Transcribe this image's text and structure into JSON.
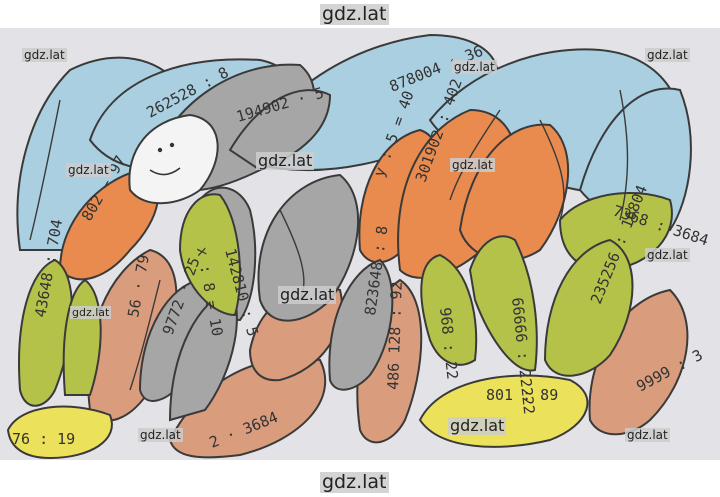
{
  "watermarks": {
    "top": "gdz.lat",
    "bottom": "gdz.lat",
    "items": [
      "gdz.lat",
      "gdz.lat",
      "gdz.lat",
      "gdz.lat",
      "gdz.lat",
      "gdz.lat",
      "gdz.lat",
      "gdz.lat",
      "gdz.lat",
      "gdz.lat",
      "gdz.lat",
      "gdz.lat"
    ]
  },
  "expressions": [
    "262528 : 8",
    "194902 · 5",
    "878004 : 36",
    "802 − 97",
    "142810 : 5",
    "x : 8 = 10",
    "y : 5 = 40",
    "301902 : 402",
    "7368 : 3684",
    "43648 : 704",
    "56 · 79",
    "9772 · 25",
    "823648 : 8",
    "486 128 : 92",
    "968 : 22",
    "66666 : 22222",
    "235256 : 16804",
    "801 : 89",
    "9999 : 3",
    "76 : 19",
    "2 · 3684"
  ],
  "colors": {
    "blue": "#a9cfe0",
    "orange": "#e98a4e",
    "gray": "#a6a6a6",
    "green": "#b5c24a",
    "yellow": "#ece15a",
    "salmon": "#d99c7c",
    "background": "#e3e3e7"
  }
}
